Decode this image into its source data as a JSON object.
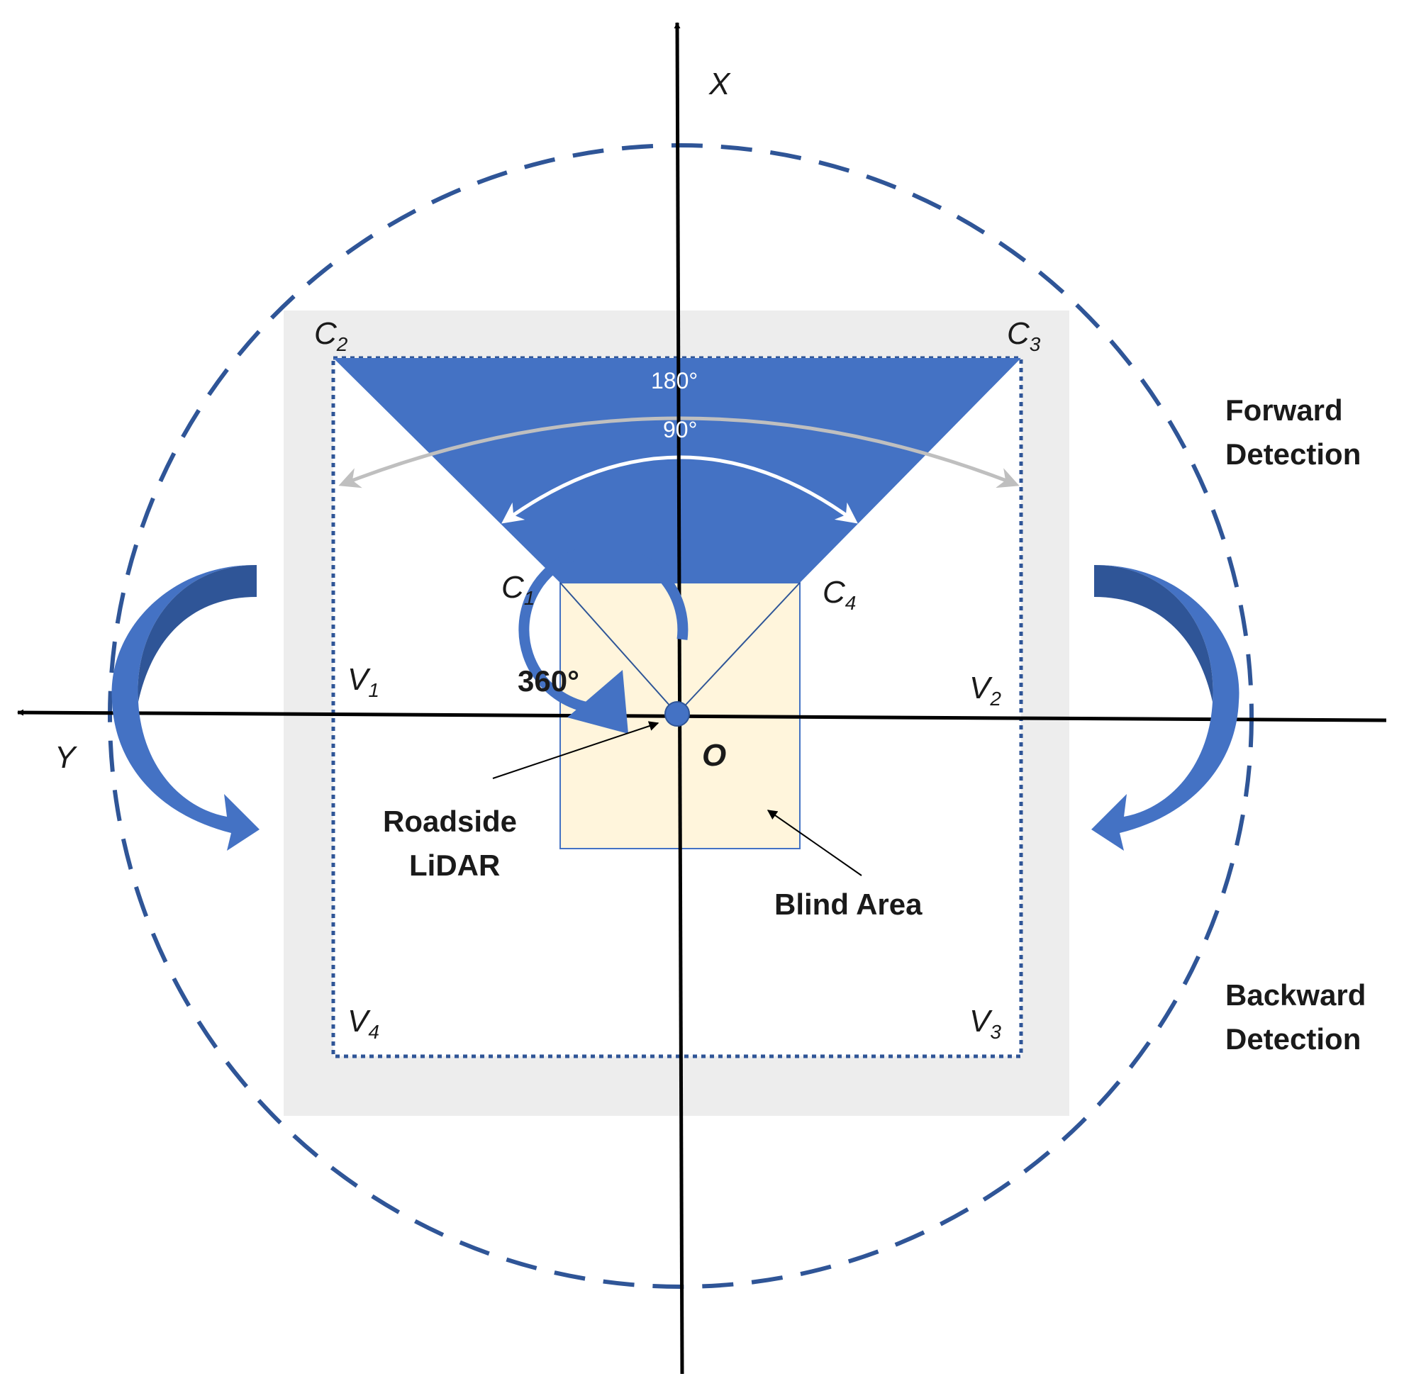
{
  "axes": {
    "x_label": "X",
    "y_label": "Y",
    "origin_label": "O"
  },
  "angles": {
    "inner": "90°",
    "outer": "180°",
    "full": "360°"
  },
  "corners": {
    "c1": {
      "letter": "C",
      "index": "1"
    },
    "c2": {
      "letter": "C",
      "index": "2"
    },
    "c3": {
      "letter": "C",
      "index": "3"
    },
    "c4": {
      "letter": "C",
      "index": "4"
    }
  },
  "vertices": {
    "v1": {
      "letter": "V",
      "index": "1"
    },
    "v2": {
      "letter": "V",
      "index": "2"
    },
    "v3": {
      "letter": "V",
      "index": "3"
    },
    "v4": {
      "letter": "V",
      "index": "4"
    }
  },
  "labels": {
    "lidar_line1": "Roadside",
    "lidar_line2": "LiDAR",
    "blind_area": "Blind Area",
    "forward_line1": "Forward",
    "forward_line2": "Detection",
    "backward_line1": "Backward",
    "backward_line2": "Detection"
  },
  "colors": {
    "fov_blue": "#4472C4",
    "dash_blue": "#2F5597",
    "gray_region": "#EDEDED",
    "blind_fill": "#FFF5DC",
    "arc_gray": "#BFBFBF"
  }
}
